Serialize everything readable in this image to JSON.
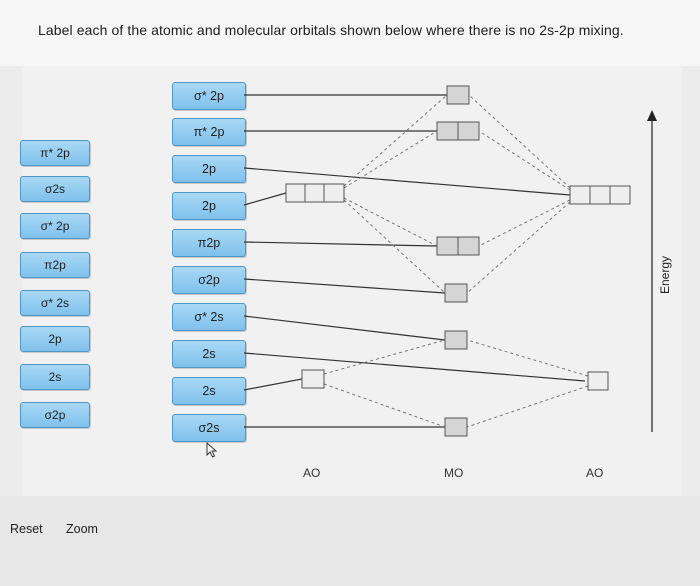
{
  "instructions": "Label each of the atomic and molecular orbitals shown below where there is no 2s-2p mixing.",
  "bank": [
    "π* 2p",
    "σ2s",
    "σ* 2p",
    "π2p",
    "σ* 2s",
    "2p",
    "2s",
    "σ2p"
  ],
  "slots": [
    "σ* 2p",
    "π* 2p",
    "2p",
    "2p",
    "π2p",
    "σ2p",
    "σ* 2s",
    "2s",
    "2s",
    "σ2s"
  ],
  "columns": {
    "left": "AO",
    "middle": "MO",
    "right": "AO"
  },
  "axis_label": "Energy",
  "buttons": {
    "reset": "Reset",
    "zoom": "Zoom"
  },
  "colors": {
    "chip_fill": "#8ecbf0",
    "chip_border": "#4f97c9",
    "orbital_box": "#d5d5d5"
  }
}
